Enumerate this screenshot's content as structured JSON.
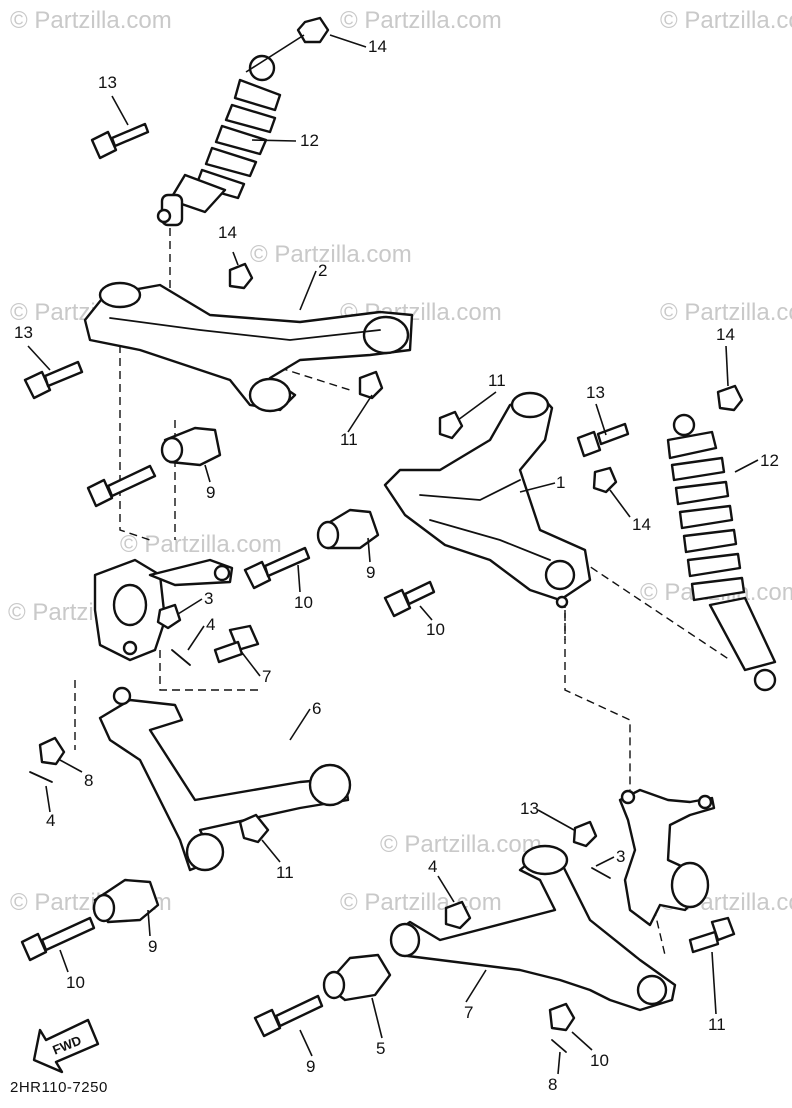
{
  "watermark": {
    "text": "© Partzilla.com"
  },
  "diagram_code": "2HR110-7250",
  "direction_indicator": {
    "label": "FWD"
  },
  "callouts": [
    {
      "label": "14"
    },
    {
      "label": "13"
    },
    {
      "label": "12"
    },
    {
      "label": "14"
    },
    {
      "label": "2"
    },
    {
      "label": "13"
    },
    {
      "label": "11"
    },
    {
      "label": "9"
    },
    {
      "label": "3"
    },
    {
      "label": "4"
    },
    {
      "label": "10"
    },
    {
      "label": "7"
    },
    {
      "label": "6"
    },
    {
      "label": "8"
    },
    {
      "label": "4"
    },
    {
      "label": "11"
    },
    {
      "label": "9"
    },
    {
      "label": "10"
    },
    {
      "label": "11"
    },
    {
      "label": "13"
    },
    {
      "label": "14"
    },
    {
      "label": "12"
    },
    {
      "label": "1"
    },
    {
      "label": "14"
    },
    {
      "label": "9"
    },
    {
      "label": "10"
    },
    {
      "label": "13"
    },
    {
      "label": "3"
    },
    {
      "label": "4"
    },
    {
      "label": "11"
    },
    {
      "label": "7"
    },
    {
      "label": "5"
    },
    {
      "label": "9"
    },
    {
      "label": "10"
    },
    {
      "label": "8"
    },
    {
      "label": "4"
    }
  ]
}
